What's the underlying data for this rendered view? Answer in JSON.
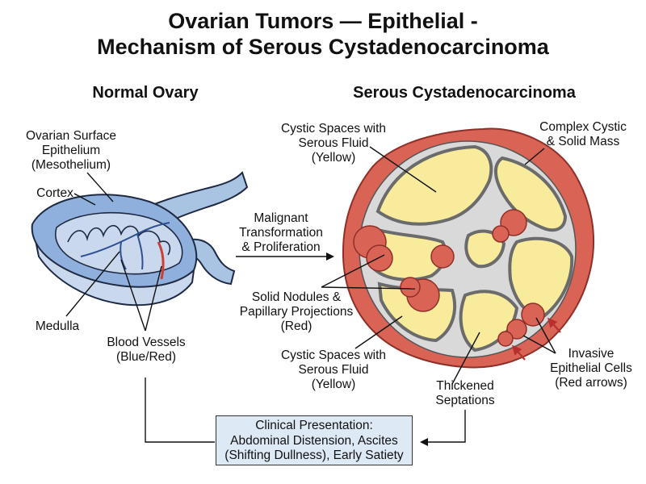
{
  "title_line1": "Ovarian Tumors — Epithelial -",
  "title_line2": "Mechanism of Serous Cystadenocarcinoma",
  "left_panel": {
    "heading": "Normal Ovary",
    "labels": {
      "surface_epithelium": [
        "Ovarian Surface",
        "Epithelium",
        "(Mesothelium)"
      ],
      "cortex": [
        "Cortex"
      ],
      "medulla": [
        "Medulla"
      ],
      "blood_vessels": [
        "Blood Vessels",
        "(Blue/Red)"
      ]
    }
  },
  "transition": {
    "label": [
      "Malignant",
      "Transformation",
      "& Proliferation"
    ]
  },
  "right_panel": {
    "heading": "Serous Cystadenocarcinoma",
    "labels": {
      "cystic_top": [
        "Cystic Spaces with",
        "Serous Fluid",
        "(Yellow)"
      ],
      "complex_mass": [
        "Complex Cystic",
        "& Solid Mass"
      ],
      "solid_nodules": [
        "Solid Nodules &",
        "Papillary Projections",
        "(Red)"
      ],
      "cystic_bottom": [
        "Cystic Spaces with",
        "Serous Fluid",
        "(Yellow)"
      ],
      "septations": [
        "Thickened",
        "Septations"
      ],
      "invasive_cells": [
        "Invasive",
        "Epithelial Cells",
        "(Red arrows)"
      ]
    }
  },
  "clinical": {
    "lines": [
      "Clinical Presentation:",
      "Abdominal Distension, Ascites",
      "(Shifting Dullness), Early Satiety"
    ]
  },
  "colors": {
    "tumor_wall": "#d96455",
    "cyst_fluid": "#f8ec9c",
    "septum": "#d9d9d9",
    "ovary_blue": "#a9c3e3",
    "ovary_dark": "#6e93c7",
    "vessel_red": "#c8403a",
    "box_fill": "#dde9f4"
  }
}
